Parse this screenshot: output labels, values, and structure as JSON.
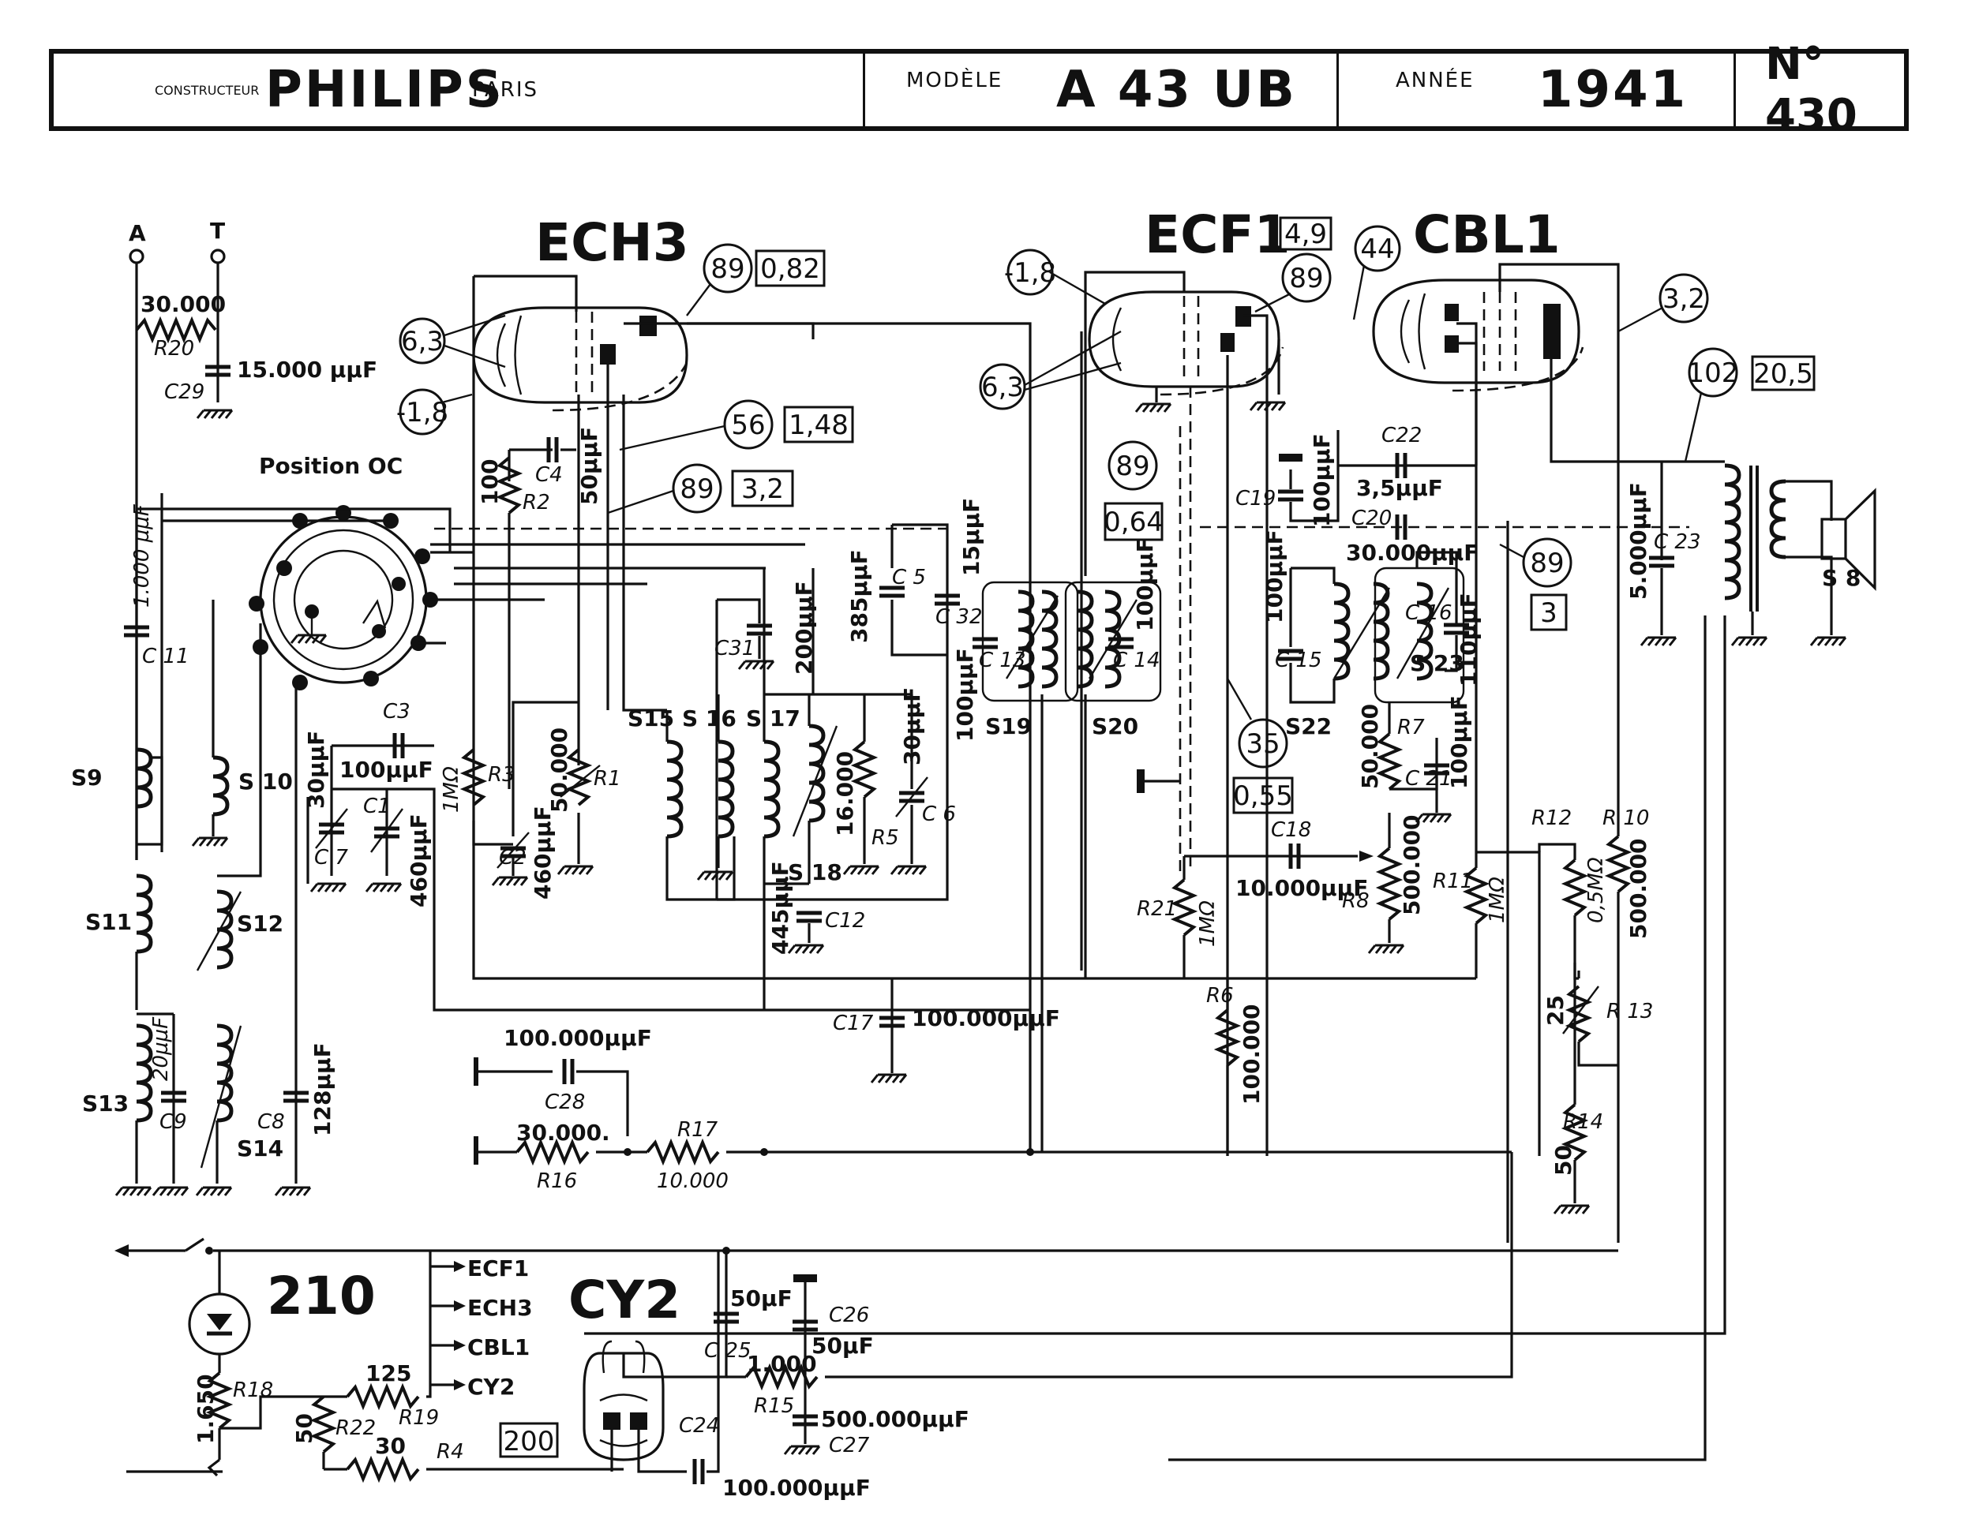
{
  "header": {
    "constructeur_label": "CONSTRUCTEUR",
    "brand": "PHILIPS",
    "city": "PARIS",
    "modele_label": "MODÈLE",
    "model": "A 43 UB",
    "annee_label": "ANNÉE",
    "year": "1941",
    "number": "N° 430"
  },
  "tubes": {
    "t1": "ECH3",
    "t2": "ECF1",
    "t3": "CBL1",
    "t4": "CY2",
    "t5": "210"
  },
  "terminals": {
    "antenna": "A",
    "earth": "T"
  },
  "voltages": {
    "v63a": "6,3",
    "v18a": "-1,8",
    "v89a": "89",
    "v082": "0,82",
    "v56": "56",
    "v148": "1,48",
    "v89b": "89",
    "v32": "3,2",
    "v18b": "-1,8",
    "v63b": "6,3",
    "v49": "4,9",
    "v89c": "89",
    "v44": "44",
    "v32b": "3,2",
    "v89d": "89",
    "v064": "0,64",
    "v35": "35",
    "v055": "0,55",
    "v89e": "89",
    "v3": "3",
    "v102": "102",
    "v205": "20,5",
    "v200": "200"
  },
  "labels": {
    "position_oc": "Position OC",
    "r20": "R20",
    "r20v": "30.000",
    "c29": "C29",
    "c29v": "15.000 µµF",
    "c11": "C 11",
    "c11v": "1.000 µµF",
    "s9": "S9",
    "s10": "S 10",
    "s11": "S11",
    "s12": "S12",
    "s13": "S13",
    "s14": "S14",
    "c9": "C9",
    "c9v": "20µµF",
    "c8": "C8",
    "c8v": "128µµF",
    "c7": "C 7",
    "c7v": "30µµF",
    "c1": "C1",
    "c1v": "460µµF",
    "c3": "C3",
    "c3v": "100µµF",
    "r3": "R3",
    "r3v": "1MΩ",
    "c2": "C2",
    "c2v": "460µµF",
    "r1": "R1",
    "r1v": "50.000",
    "r2": "R2",
    "r2v": "100",
    "c4": "C4",
    "c4v": "50µµF",
    "s15": "S15",
    "s16": "S 16",
    "s17": "S 17",
    "s18": "S 18",
    "c12": "C12",
    "c12v": "445µµF",
    "r5": "R5",
    "r5v": "16.000",
    "c6": "C 6",
    "c6v": "30µµF",
    "c31": "C31",
    "c31v": "200µµF",
    "c5": "C 5",
    "c5v": "385µµF",
    "c32": "C 32",
    "c32v": "15µµF",
    "c13": "C 13",
    "c13v": "100µµF",
    "s19": "S19",
    "s20": "S20",
    "c14": "C 14",
    "c14v": "100µµF",
    "c17": "C17",
    "c17v": "100.000µµF",
    "c28": "C28",
    "c28v": "100.000µµF",
    "r16": "R16",
    "r16v": "30.000.",
    "r17": "R17",
    "r17v": "10.000",
    "c19": "C19",
    "c19v": "100µµF",
    "c22": "C22",
    "c22v": "3,5µµF",
    "c20": "C20",
    "c20v": "30.000µµF",
    "c15": "C 15",
    "c15v": "100µµF",
    "s22": "S22",
    "c16": "C 16",
    "c16v": "110µµF",
    "s23": "S 23",
    "r7": "R7",
    "r7v": "50.000",
    "c21": "C 21",
    "c21v": "100µµF",
    "c18": "C18",
    "c18v": "10.000µµF",
    "r21": "R21",
    "r21v": "1MΩ",
    "r8": "R8",
    "r8v": "500.000",
    "r11": "R11",
    "r11v": "1MΩ",
    "r6": "R6",
    "r6v": "100.000",
    "r12": "R12",
    "r12v": "0,5MΩ",
    "r10": "R 10",
    "r10v": "500.000",
    "r13": "R 13",
    "r13v": "25",
    "r14": "R14",
    "r14v": "50",
    "c23": "C 23",
    "c23v": "5.000µµF",
    "s8": "S 8",
    "r18": "R18",
    "r18v": "1.650",
    "r19": "R19",
    "r19v": "125",
    "r22": "R22",
    "r22v": "50",
    "r4": "R4",
    "r4v": "30",
    "c25": "C 25",
    "c25v": "50µF",
    "c26": "C26",
    "c26v": "50µF",
    "r15": "R15",
    "r15v": "1.000",
    "c27": "C27",
    "c27v": "500.000µµF",
    "c24": "C24",
    "c24v": "100.000µµF",
    "feed1": "ECF1",
    "feed2": "ECH3",
    "feed3": "CBL1",
    "feed4": "CY2"
  }
}
